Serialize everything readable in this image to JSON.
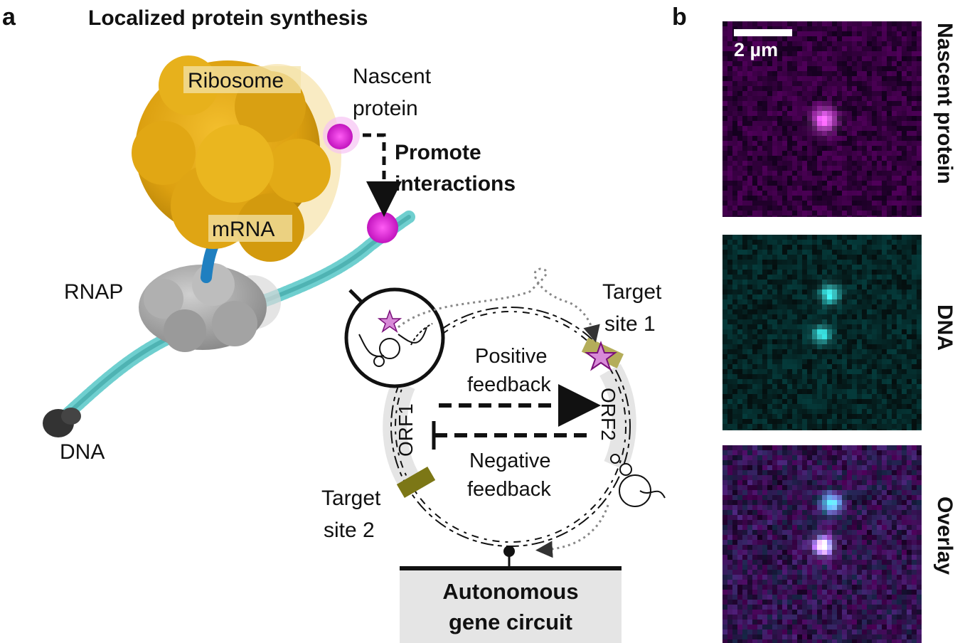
{
  "panel_a": {
    "letter": "a",
    "title": "Localized protein synthesis",
    "labels": {
      "ribosome": "Ribosome",
      "nascent_line1": "Nascent",
      "nascent_line2": "protein",
      "promote_line1": "Promote",
      "promote_line2": "interactions",
      "mrna": "mRNA",
      "rnap": "RNAP",
      "dna": "DNA"
    },
    "circuit": {
      "target1_line1": "Target",
      "target1_line2": "site 1",
      "target2_line1": "Target",
      "target2_line2": "site 2",
      "positive_line1": "Positive",
      "positive_line2": "feedback",
      "negative_line1": "Negative",
      "negative_line2": "feedback",
      "orf1": "ORF1",
      "orf2": "ORF2",
      "box_line1": "Autonomous",
      "box_line2": "gene circuit"
    },
    "colors": {
      "ribosome": "#e3a812",
      "nascent_protein": "#e020d8",
      "dna_strand": "#6fcfcf",
      "rnap": "#a9a9a9",
      "mrna": "#1f7fc0",
      "target_site": "#8a8a1a",
      "circuit_box": "#e5e5e5"
    }
  },
  "panel_b": {
    "letter": "b",
    "scale_bar": "2 µm",
    "channels": [
      {
        "label": "Nascent protein",
        "color": "#e020e0"
      },
      {
        "label": "DNA",
        "color": "#20d8d8"
      },
      {
        "label": "Overlay",
        "color": "#ffffff"
      }
    ]
  }
}
